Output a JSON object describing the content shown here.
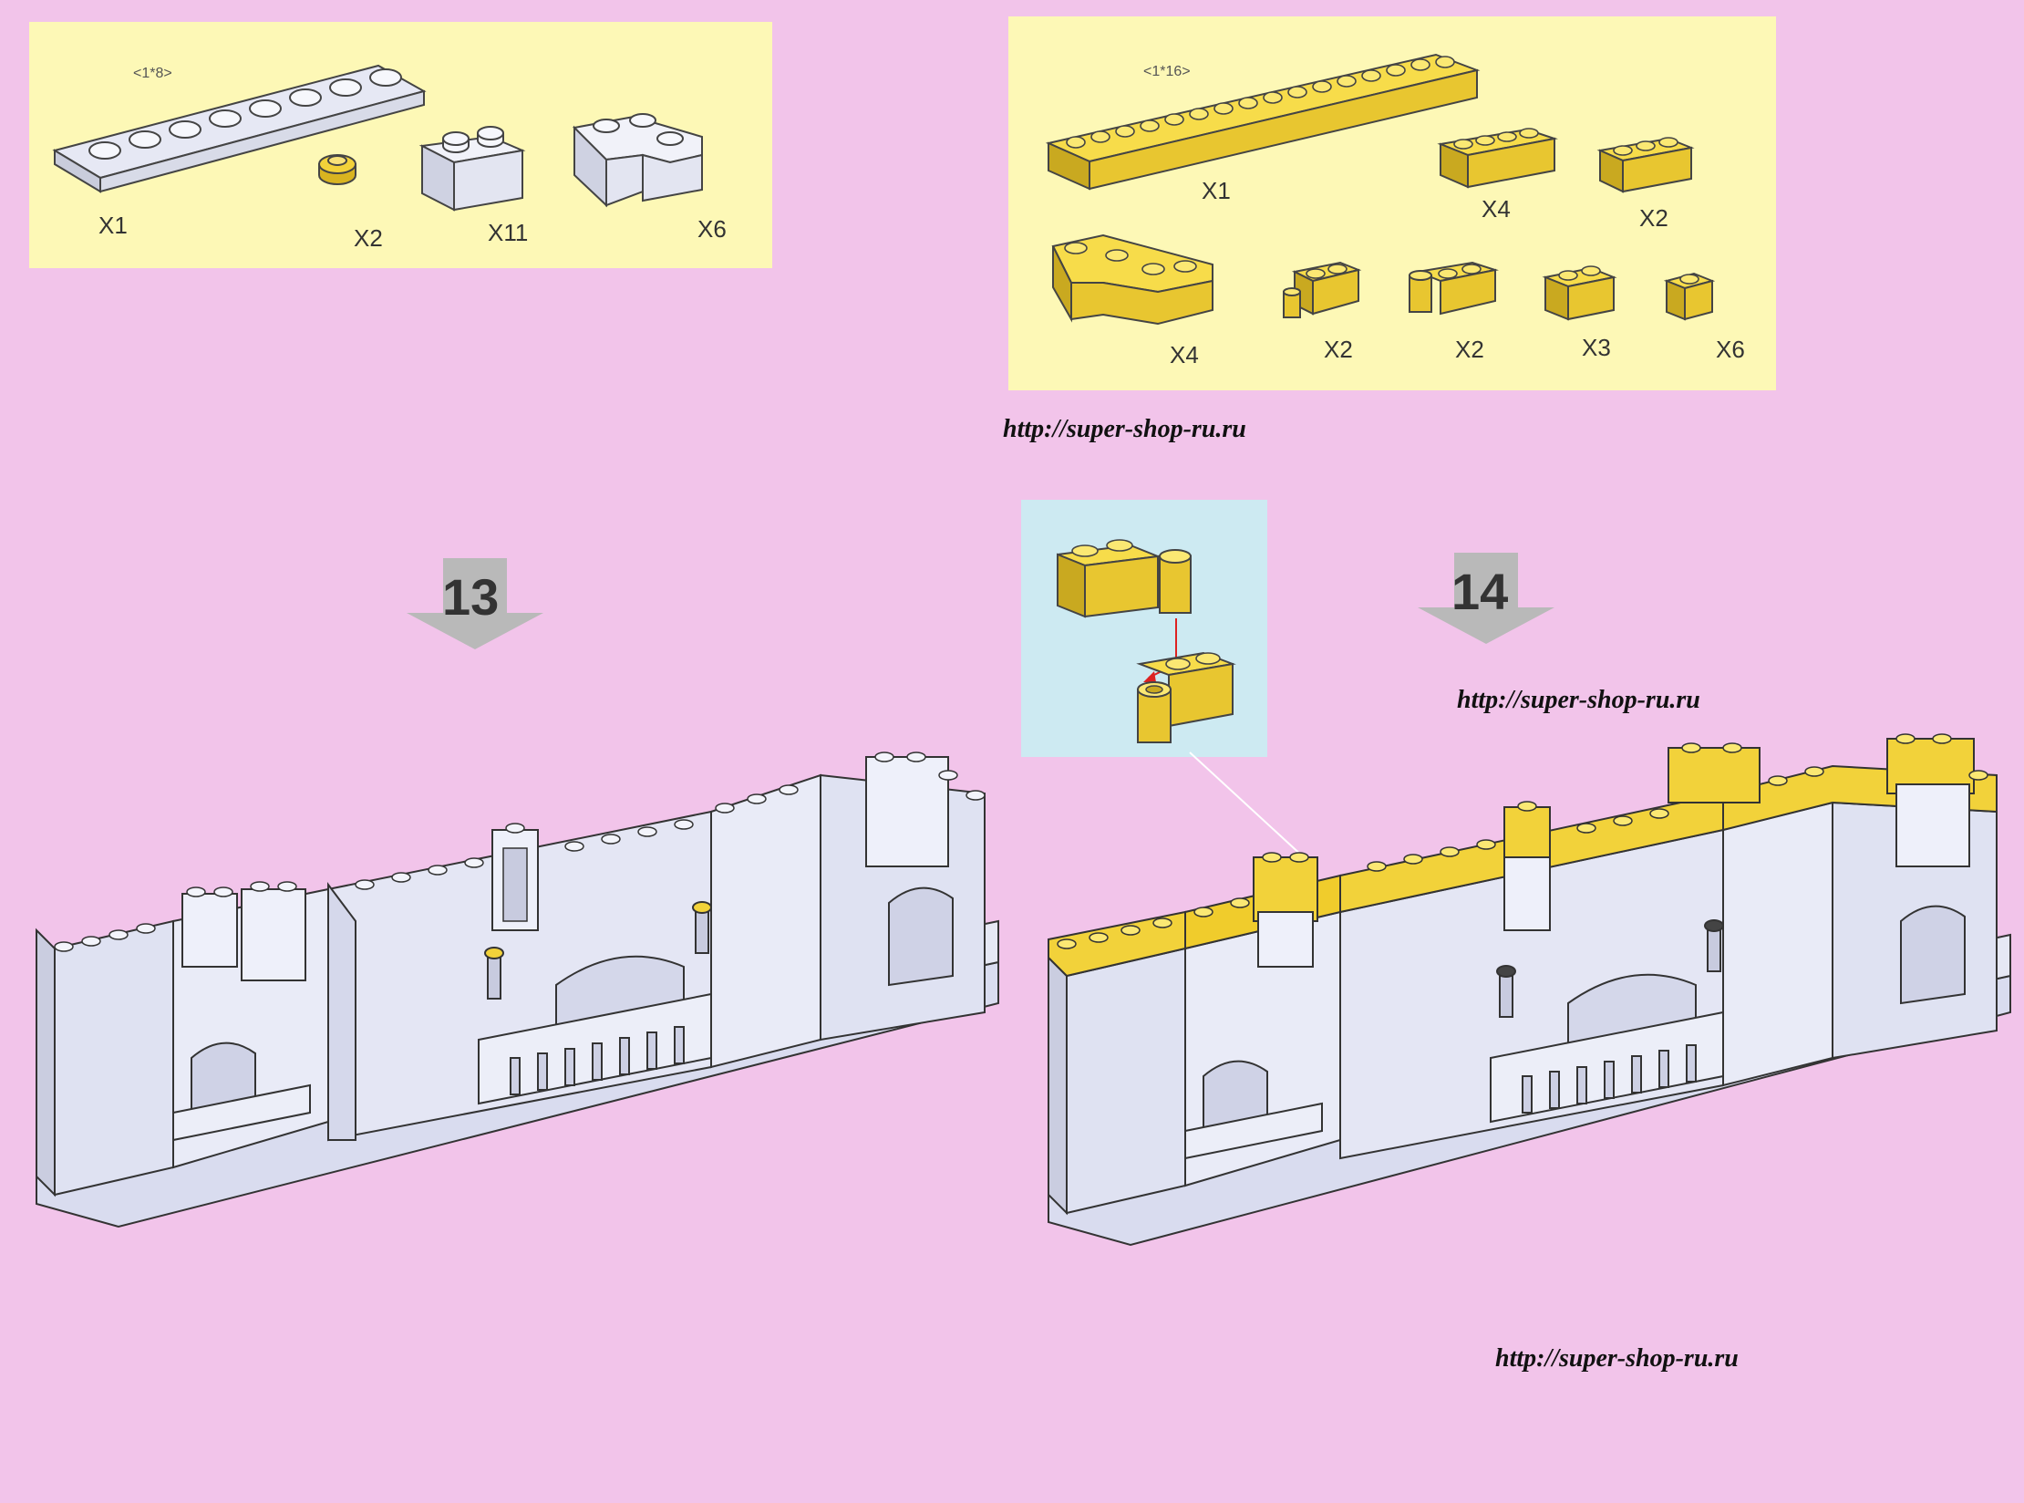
{
  "parts_panel_white": {
    "items": [
      {
        "size_label": "<1*8>",
        "quantity": "X1"
      },
      {
        "quantity": "X2"
      },
      {
        "quantity": "X11"
      },
      {
        "quantity": "X6"
      }
    ]
  },
  "parts_panel_yellow": {
    "items": [
      {
        "size_label": "<1*16>",
        "quantity": "X1"
      },
      {
        "quantity": "X4"
      },
      {
        "quantity": "X2"
      },
      {
        "quantity": "X4"
      },
      {
        "quantity": "X2"
      },
      {
        "quantity": "X2"
      },
      {
        "quantity": "X3"
      },
      {
        "quantity": "X6"
      }
    ]
  },
  "watermarks": [
    "http://super-shop-ru.ru",
    "http://super-shop-ru.ru",
    "http://super-shop-ru.ru"
  ],
  "steps": [
    {
      "number": "13"
    },
    {
      "number": "14"
    }
  ],
  "colors": {
    "background": "#f2c4ea",
    "panel": "#fdf8b6",
    "detail_panel": "#cdeaf2",
    "brick_white": "#e6e8f4",
    "brick_yellow": "#f2d23a",
    "arrow": "#b9b9b9"
  }
}
